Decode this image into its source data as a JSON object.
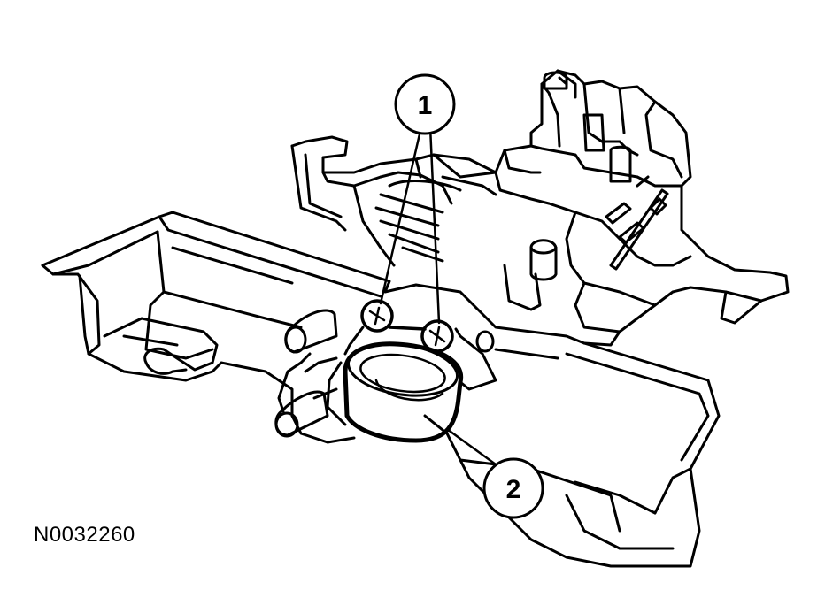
{
  "figure_id": "N0032260",
  "callouts": [
    {
      "label": "1"
    },
    {
      "label": "2"
    }
  ],
  "colors": {
    "ink": "#000000",
    "paper": "#ffffff"
  }
}
